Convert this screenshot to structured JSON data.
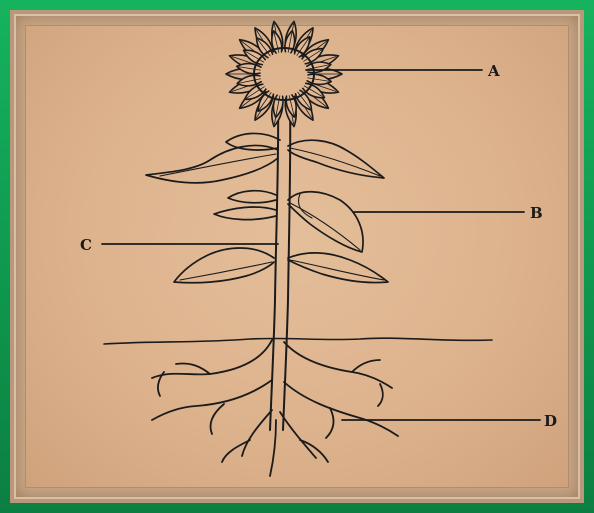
{
  "diagram": {
    "labels": {
      "a": "A",
      "b": "B",
      "c": "C",
      "d": "D"
    }
  },
  "colors": {
    "frame_green": "#0f9a50",
    "paper": "#ddb38d",
    "ink": "#1b1b1b"
  }
}
